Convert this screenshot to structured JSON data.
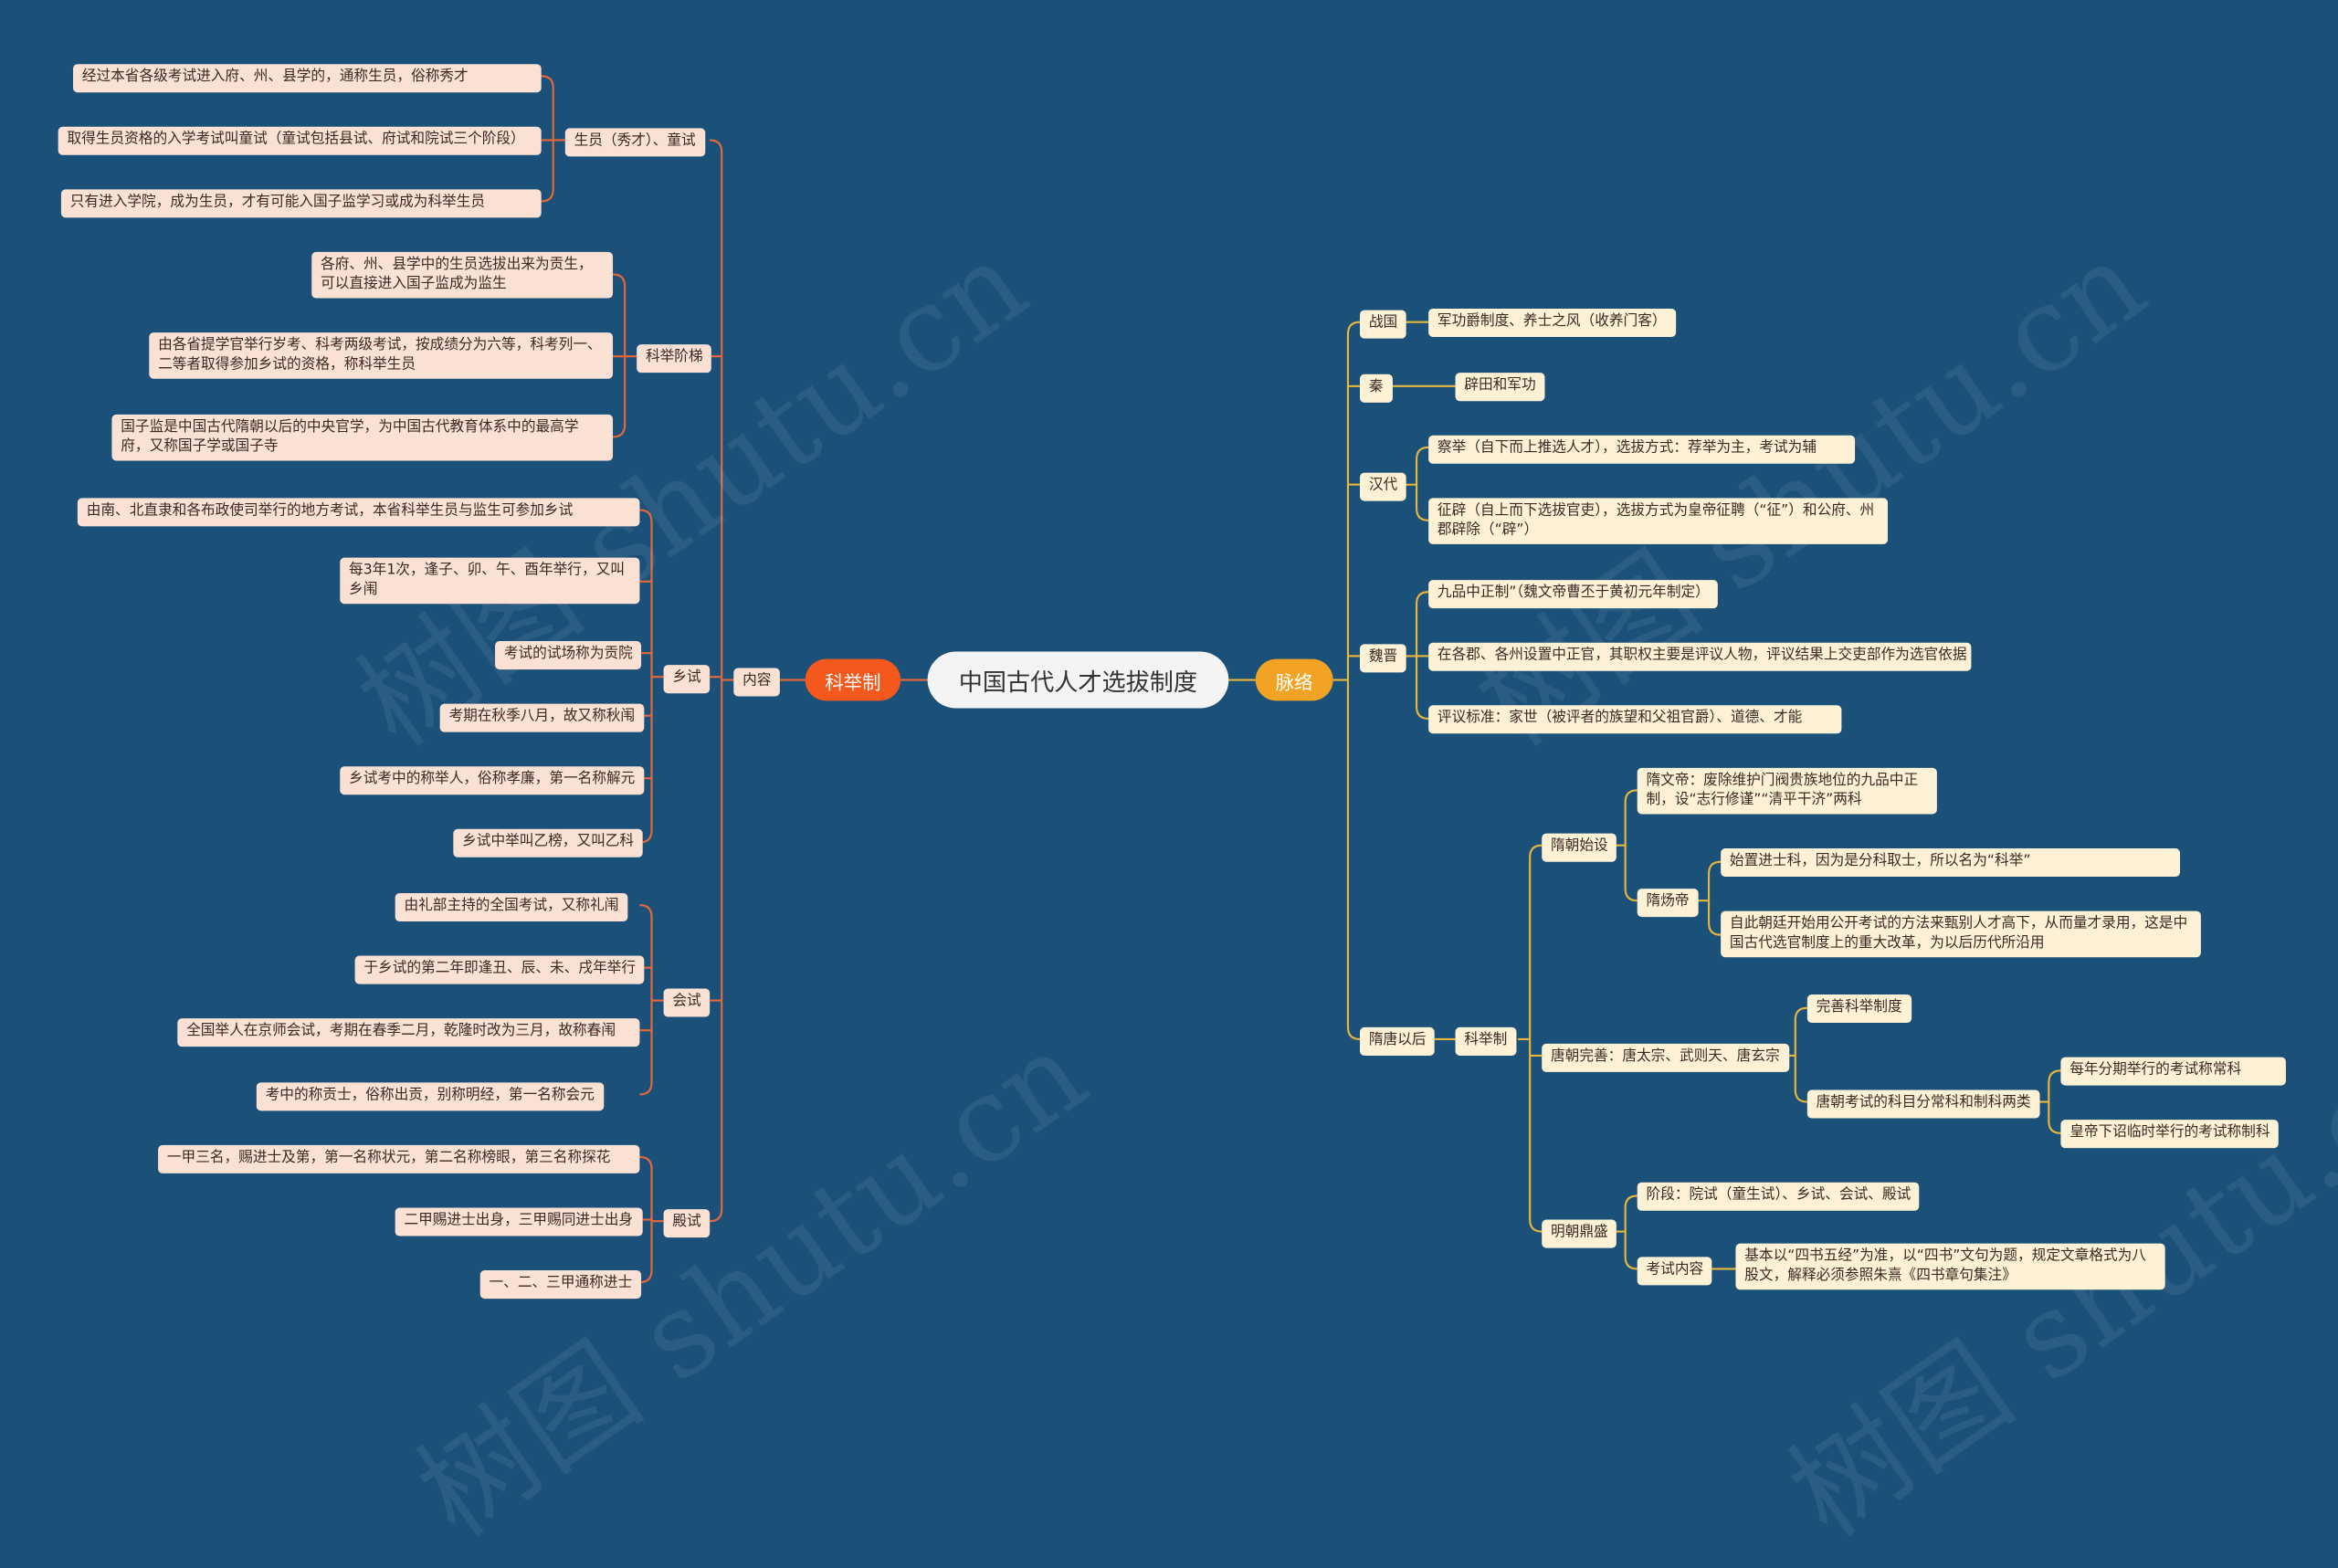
{
  "center": "中国古代人才选拔制度",
  "left_branch": "科举制",
  "left_sub": "内容",
  "left_groups": [
    {
      "label": "生员（秀才）、童试",
      "items": [
        "经过本省各级考试进入府、州、县学的，通称生员，俗称秀才",
        "取得生员资格的入学考试叫童试（童试包括县试、府试和院试三个阶段）",
        "只有进入学院，成为生员，才有可能入国子监学习或成为科举生员"
      ]
    },
    {
      "label": "科举阶梯",
      "items": [
        "各府、州、县学中的生员选拔出来为贡生，可以直接进入国子监成为监生",
        "由各省提学官举行岁考、科考两级考试，按成绩分为六等，科考列一、二等者取得参加乡试的资格，称科举生员",
        "国子监是中国古代隋朝以后的中央官学，为中国古代教育体系中的最高学府，又称国子学或国子寺"
      ]
    },
    {
      "label": "乡试",
      "items": [
        "由南、北直隶和各布政使司举行的地方考试，本省科举生员与监生可参加乡试",
        "每3年1次，逢子、卯、午、酉年举行，又叫乡闱",
        "考试的试场称为贡院",
        "考期在秋季八月，故又称秋闱",
        "乡试考中的称举人，俗称孝廉，第一名称解元",
        "乡试中举叫乙榜，又叫乙科"
      ]
    },
    {
      "label": "会试",
      "items": [
        "由礼部主持的全国考试，又称礼闱",
        "于乡试的第二年即逢丑、辰、未、戌年举行",
        "全国举人在京师会试，考期在春季二月，乾隆时改为三月，故称春闱",
        "考中的称贡士，俗称出贡，别称明经，第一名称会元"
      ]
    },
    {
      "label": "殿试",
      "items": [
        "一甲三名，赐进士及第，第一名称状元，第二名称榜眼，第三名称探花",
        "二甲赐进士出身，三甲赐同进士出身",
        "一、二、三甲通称进士"
      ]
    }
  ],
  "right_branch": "脉络",
  "right": {
    "zhanguo": {
      "label": "战国",
      "item": "军功爵制度、养士之风（收养门客）"
    },
    "qin": {
      "label": "秦",
      "item": "辟田和军功"
    },
    "han": {
      "label": "汉代",
      "items": [
        "察举（自下而上推选人才），选拔方式：荐举为主，考试为辅",
        "征辟（自上而下选拔官吏），选拔方式为皇帝征聘（“征”）和公府、州郡辟除（“辟”）"
      ]
    },
    "weijin": {
      "label": "魏晋",
      "items": [
        "九品中正制”（魏文帝曹丕于黄初元年制定）",
        "在各郡、各州设置中正官，其职权主要是评议人物，评议结果上交吏部作为选官依据",
        "评议标准：家世（被评者的族望和父祖官爵）、道德、才能"
      ]
    },
    "suitang": {
      "label": "隋唐以后",
      "sub": "科举制",
      "sui": {
        "label": "隋朝始设",
        "wendi": "隋文帝：废除维护门阀贵族地位的九品中正制，设“志行修谨”“清平干济”两科",
        "yangdi": {
          "label": "隋炀帝",
          "items": [
            "始置进士科，因为是分科取士，所以名为“科举”",
            "自此朝廷开始用公开考试的方法来甄别人才高下，从而量才录用，这是中国古代选官制度上的重大改革，为以后历代所沿用"
          ]
        }
      },
      "tang": {
        "label": "唐朝完善：唐太宗、武则天、唐玄宗",
        "perfect": "完善科举制度",
        "subjects": {
          "label": "唐朝考试的科目分常科和制科两类",
          "items": [
            "每年分期举行的考试称常科",
            "皇帝下诏临时举行的考试称制科"
          ]
        }
      },
      "ming": {
        "label": "明朝鼎盛",
        "stage": "阶段：院试（童生试）、乡试、会试、殿试",
        "content": {
          "label": "考试内容",
          "item": "基本以“四书五经”为准，以“四书”文句为题，规定文章格式为八股文，解释必须参照朱熹《四书章句集注》"
        }
      }
    }
  },
  "watermark": "树图 shutu.cn",
  "colors": {
    "background": "#1b5078",
    "left_branch": "#f4581c",
    "right_branch": "#f3a323",
    "left_line": "#e8683a",
    "right_line": "#e8b63c"
  }
}
